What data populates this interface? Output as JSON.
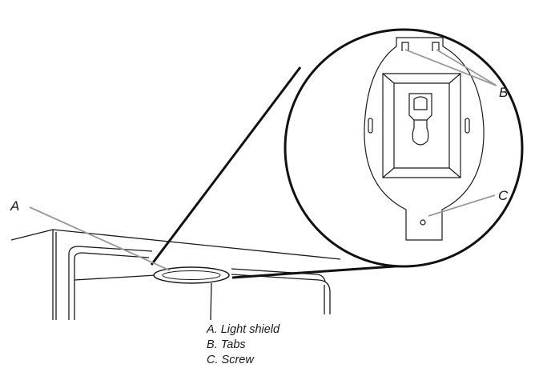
{
  "callouts": {
    "a": "A",
    "b": "B",
    "c": "C"
  },
  "legend": [
    "A. Light shield",
    "B. Tabs",
    "C. Screw"
  ]
}
